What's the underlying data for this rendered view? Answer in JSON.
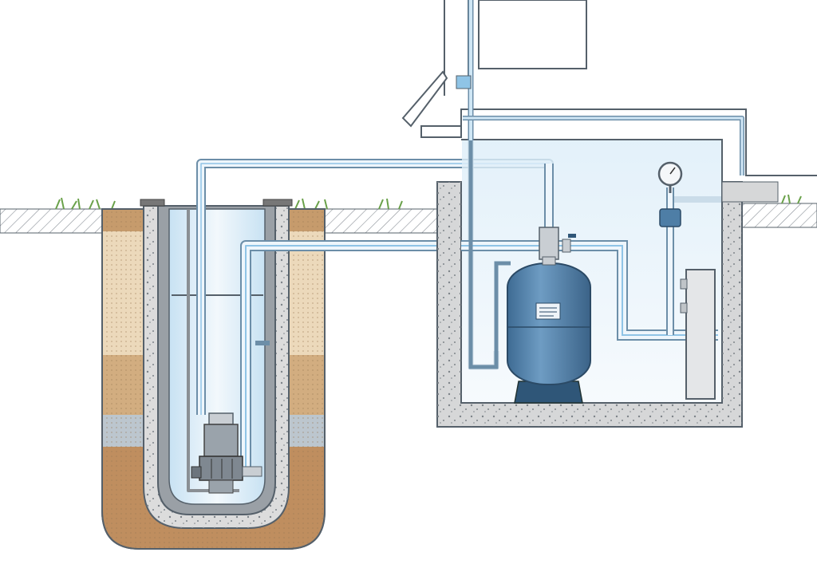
{
  "diagram": {
    "colors": {
      "background": "#ffffff",
      "outline": "#55606a",
      "soil_tan": "#e8d2b0",
      "soil_brown": "#c9a072",
      "soil_gray_band": "#b9c4cc",
      "soil_deep": "#b8875a",
      "concrete": "#d4d6d8",
      "water": "#d9ecf7",
      "pipe_fill": "#e8f3fb",
      "pipe_stroke": "#6c8ea8",
      "pipe_water": "#8fc4e6",
      "tank_blue": "#4e7ea6",
      "tank_base": "#2f5678",
      "grass": "#6aa14a"
    },
    "components": [
      "well",
      "submersible-pump",
      "drop-pipe",
      "supply-pipe",
      "basement",
      "pressure-tank",
      "pressure-gauge",
      "pressure-switch",
      "control-box",
      "house-wall",
      "window"
    ]
  }
}
